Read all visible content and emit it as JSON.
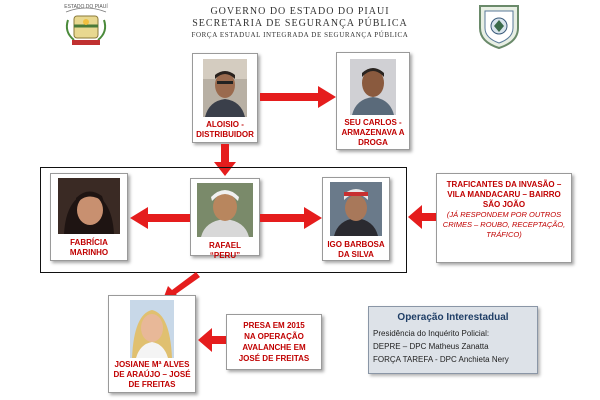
{
  "header": {
    "line1": "GOVERNO DO ESTADO DO PIAUI",
    "line2": "SECRETARIA DE SEGURANÇA PÚBLICA",
    "line3": "FORÇA ESTADUAL INTEGRADA DE SEGURANÇA PÚBLICA",
    "left_logo_text": "ESTADO DO PIAUÍ"
  },
  "people": {
    "aloisio": {
      "line1": "ALOISIO -",
      "line2": "DISTRIBUIDOR"
    },
    "carlos": {
      "line1": "SEU CARLOS -",
      "line2": "ARMAZENAVA A",
      "line3": "DROGA"
    },
    "fabricia": {
      "line1": "FABRÍCIA",
      "line2": "MARINHO"
    },
    "rafael": {
      "line1": "RAFAEL “PERU”"
    },
    "igo": {
      "line1": "IGO BARBOSA",
      "line2": "DA SILVA"
    },
    "josiane": {
      "line1": "JOSIANE Mª ALVES",
      "line2": "DE ARAÚJO – JOSÉ",
      "line3": "DE FREITAS"
    }
  },
  "traffickers_note": {
    "line1": "TRAFICANTES DA INVASÃO –",
    "line2": "VILA MANDACARU – BAIRRO",
    "line3": "SÃO JOÃO",
    "line4": "(JÁ RESPONDEM POR OUTROS",
    "line5": "CRIMES – ROUBO, RECEPTAÇÃO,",
    "line6": "TRÁFICO)"
  },
  "arrest_note": {
    "line1": "PRESA EM 2015",
    "line2": "NA OPERAÇÃO",
    "line3": "AVALANCHE EM",
    "line4": "JOSÉ DE FREITAS"
  },
  "operation": {
    "title": "Operação Interestadual",
    "line1": "Presidência do Inquérito Policial:",
    "line2": "DEPRE – DPC Matheus Zanatta",
    "line3": "FORÇA TAREFA - DPC Anchieta Nery"
  },
  "colors": {
    "arrow": "#e51d1d",
    "label": "#c00000",
    "operation_bg": "#dde2e8",
    "operation_title": "#1f3e66"
  }
}
